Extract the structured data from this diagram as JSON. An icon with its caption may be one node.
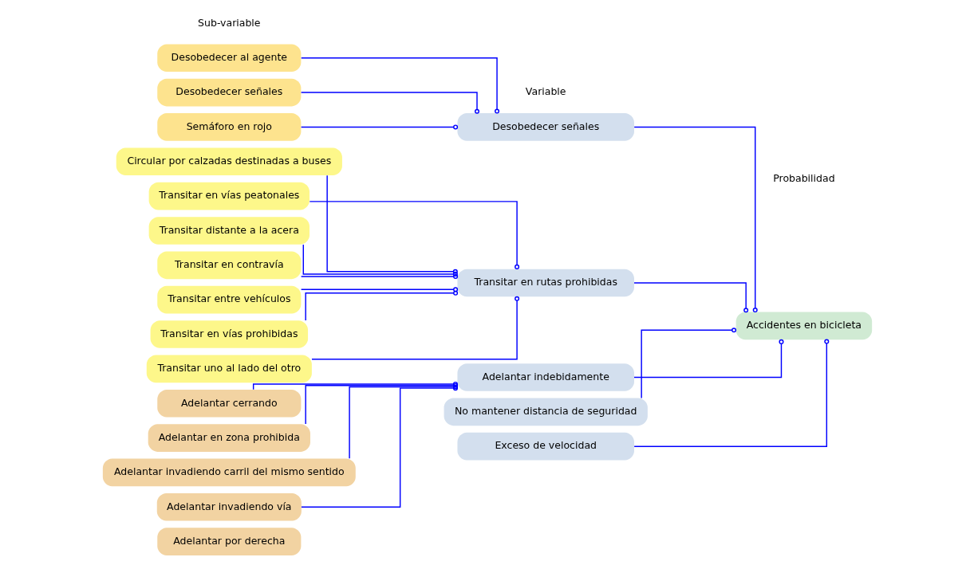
{
  "diagram": {
    "nodes": [
      {
        "text": [
          "Desobedecer al agente"
        ]
      },
      {
        "text": [
          "Desobedecer señales"
        ]
      },
      {
        "text": [
          "Semáforo en rojo"
        ]
      },
      {
        "text": [
          "Circular por calzadas destinadas a buses"
        ]
      },
      {
        "text": [
          "Transitar en vías peatonales"
        ]
      },
      {
        "text": [
          "Transitar distante a la acera"
        ]
      },
      {
        "text": [
          "Transitar en contravía"
        ]
      },
      {
        "text": [
          "Transitar entre vehículos"
        ]
      },
      {
        "text": [
          "Transitar en vías prohibidas"
        ]
      },
      {
        "text": [
          "Transitar uno al lado del otro"
        ]
      },
      {
        "text": [
          "Adelantar cerrando"
        ]
      },
      {
        "text": [
          "Adelantar en zona prohibida"
        ]
      },
      {
        "text": [
          "Adelantar invadiendo carril del mismo sentido"
        ]
      },
      {
        "text": [
          "Adelantar invadiendo vía"
        ]
      },
      {
        "text": [
          "Adelantar por derecha"
        ]
      },
      {
        "text": [
          "Desobedecer señales"
        ]
      },
      {
        "text": [
          "Transitar en rutas prohibidas"
        ]
      },
      {
        "text": [
          "Adelantar indebidamente"
        ]
      },
      {
        "text": [
          "No mantener distancia de seguridad"
        ]
      },
      {
        "text": [
          "Exceso de velocidad"
        ]
      },
      {
        "text": [
          "Accidentes en bicicleta"
        ]
      }
    ],
    "edges": [
      {
        "from": 0,
        "to": 15,
        "arrow": "other"
      },
      {
        "from": 1,
        "to": 15,
        "arrow": "other"
      },
      {
        "from": 2,
        "to": 15,
        "arrow": "other"
      },
      {
        "from": 3,
        "to": 16,
        "arrow": "other"
      },
      {
        "from": 4,
        "to": 16,
        "arrow": "other"
      },
      {
        "from": 5,
        "to": 16,
        "arrow": "other"
      },
      {
        "from": 6,
        "to": 16,
        "arrow": "other"
      },
      {
        "from": 7,
        "to": 16,
        "arrow": "other"
      },
      {
        "from": 8,
        "to": 16,
        "arrow": "other"
      },
      {
        "from": 9,
        "to": 16,
        "arrow": "other"
      },
      {
        "from": 10,
        "to": 17,
        "arrow": "other"
      },
      {
        "from": 11,
        "to": 17,
        "arrow": "other"
      },
      {
        "from": 12,
        "to": 17,
        "arrow": "other"
      },
      {
        "from": 13,
        "to": 17,
        "arrow": "other"
      },
      {
        "from": 15,
        "to": 20,
        "arrow": "other"
      },
      {
        "from": 16,
        "to": 20,
        "arrow": "other"
      },
      {
        "from": 17,
        "to": 20,
        "arrow": "other"
      },
      {
        "from": 18,
        "to": 20,
        "arrow": "other"
      },
      {
        "from": 19,
        "to": 20,
        "arrow": "other"
      }
    ],
    "labels": [
      "Sub-variable",
      "Variable",
      "Probabilidad"
    ]
  }
}
